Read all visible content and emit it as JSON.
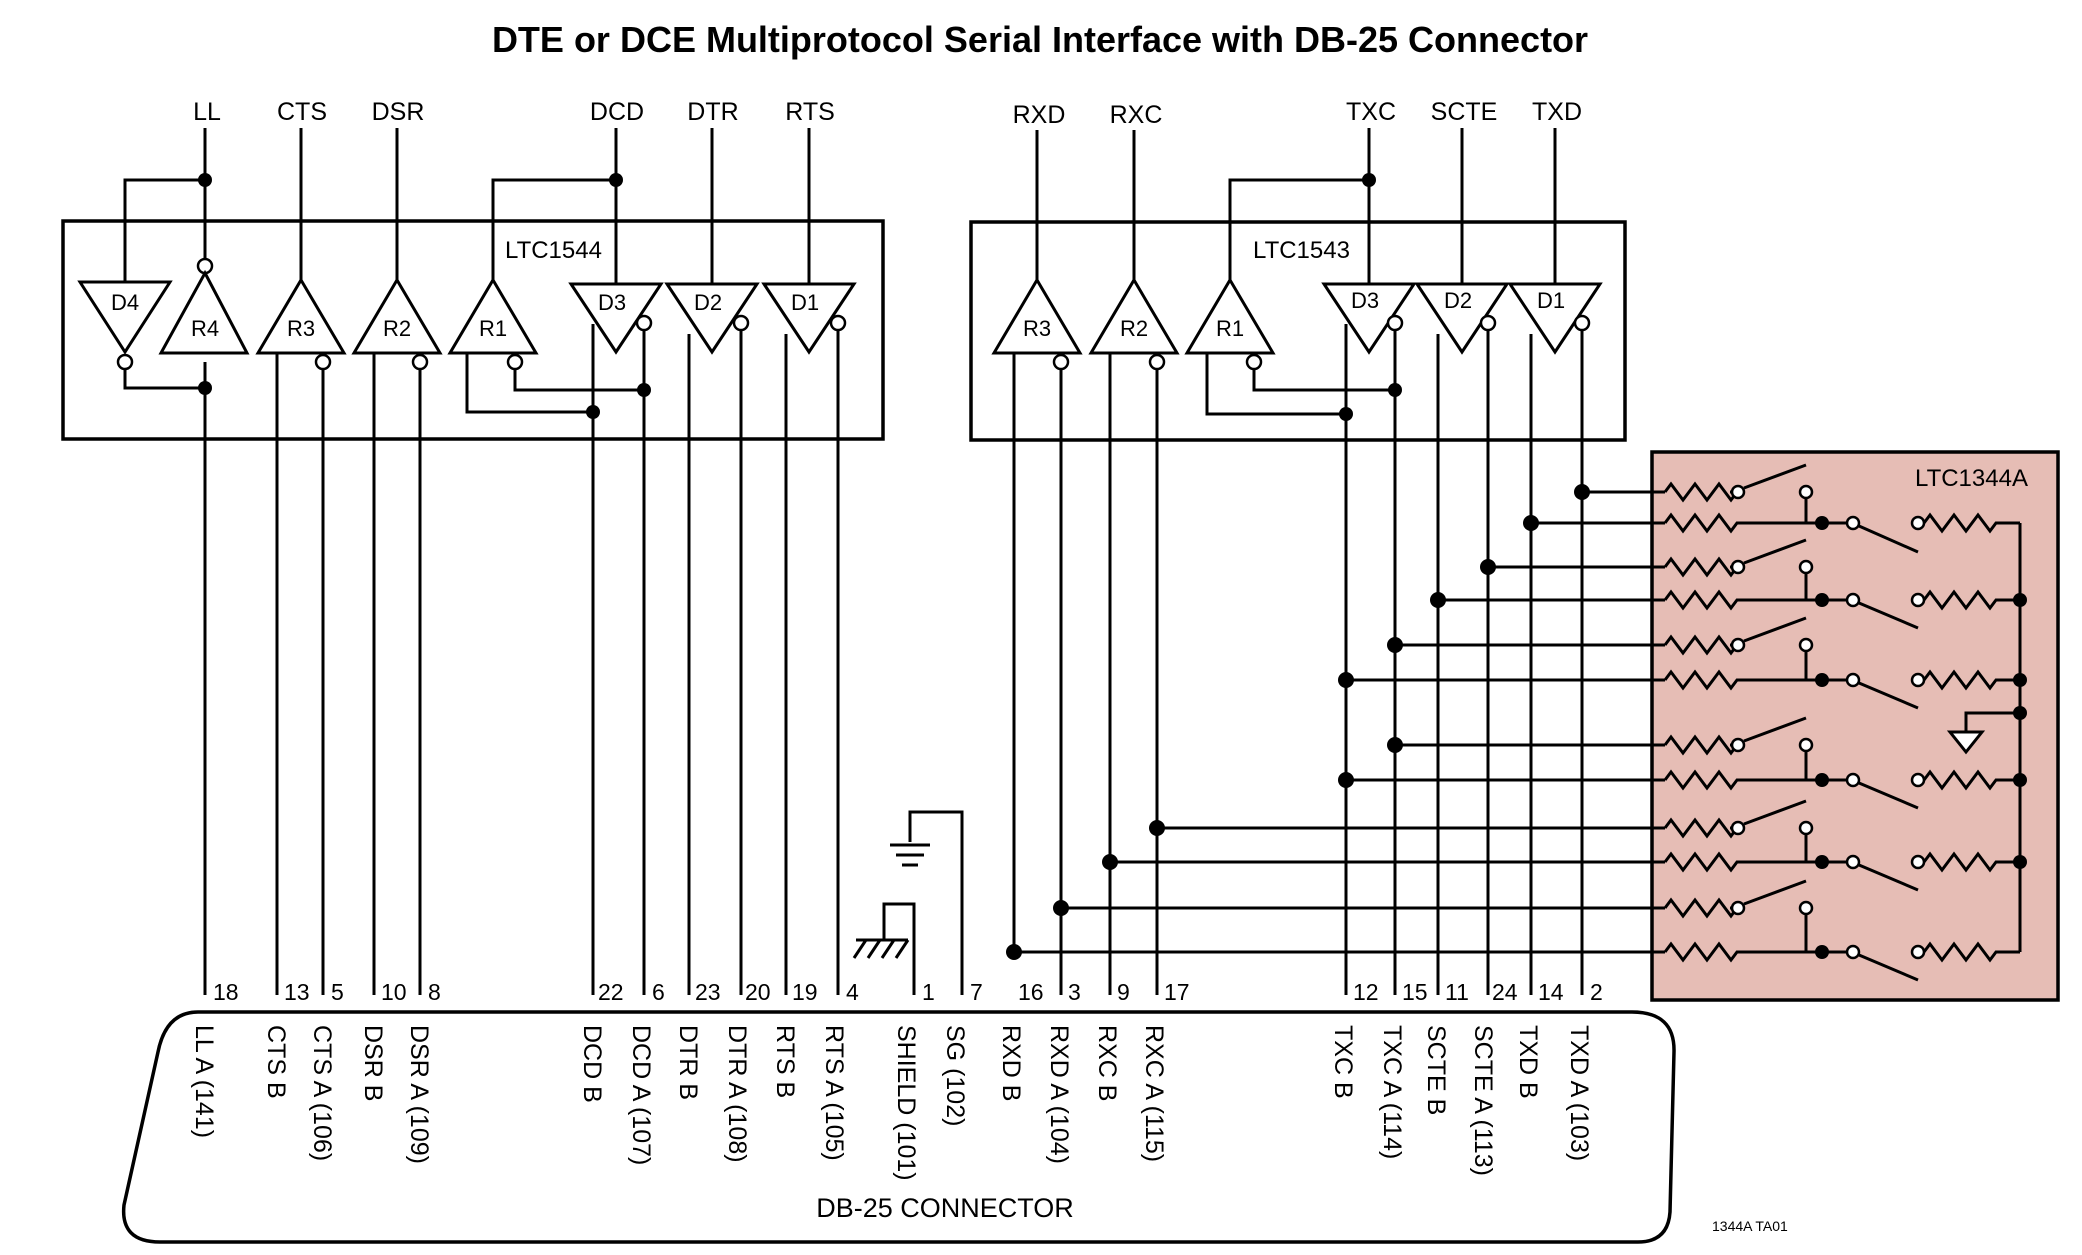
{
  "title": "DTE or DCE Multiprotocol Serial Interface with DB-25 Connector",
  "chips": {
    "left": "LTC1544",
    "middle": "LTC1543",
    "resistor_network": "LTC1344A"
  },
  "colors": {
    "network_fill": "#e6bdb5",
    "stroke": "#000000"
  },
  "top_signals": [
    "LL",
    "CTS",
    "DSR",
    "DCD",
    "DTR",
    "RTS",
    "RXD",
    "RXC",
    "TXC",
    "SCTE",
    "TXD"
  ],
  "gates_left": [
    "D4",
    "R4",
    "R3",
    "R2",
    "R1",
    "D3",
    "D2",
    "D1"
  ],
  "gates_middle": [
    "R3",
    "R2",
    "R1",
    "D3",
    "D2",
    "D1"
  ],
  "pins": [
    "18",
    "13",
    "5",
    "10",
    "8",
    "22",
    "6",
    "23",
    "20",
    "19",
    "4",
    "1",
    "7",
    "16",
    "3",
    "9",
    "17",
    "12",
    "15",
    "11",
    "24",
    "14",
    "2"
  ],
  "connector_signals": [
    "LL A (141)",
    "CTS B",
    "CTS A (106)",
    "DSR B",
    "DSR A (109)",
    "DCD B",
    "DCD A (107)",
    "DTR B",
    "DTR A (108)",
    "RTS B",
    "RTS A (105)",
    "SHIELD (101)",
    "SG (102)",
    "RXD B",
    "RXD A (104)",
    "RXC B",
    "RXC A (115)",
    "TXC B",
    "TXC A (114)",
    "SCTE B",
    "SCTE A (113)",
    "TXD B",
    "TXD A (103)"
  ],
  "connector_label": "DB-25 CONNECTOR",
  "figure_ref": "1344A TA01"
}
